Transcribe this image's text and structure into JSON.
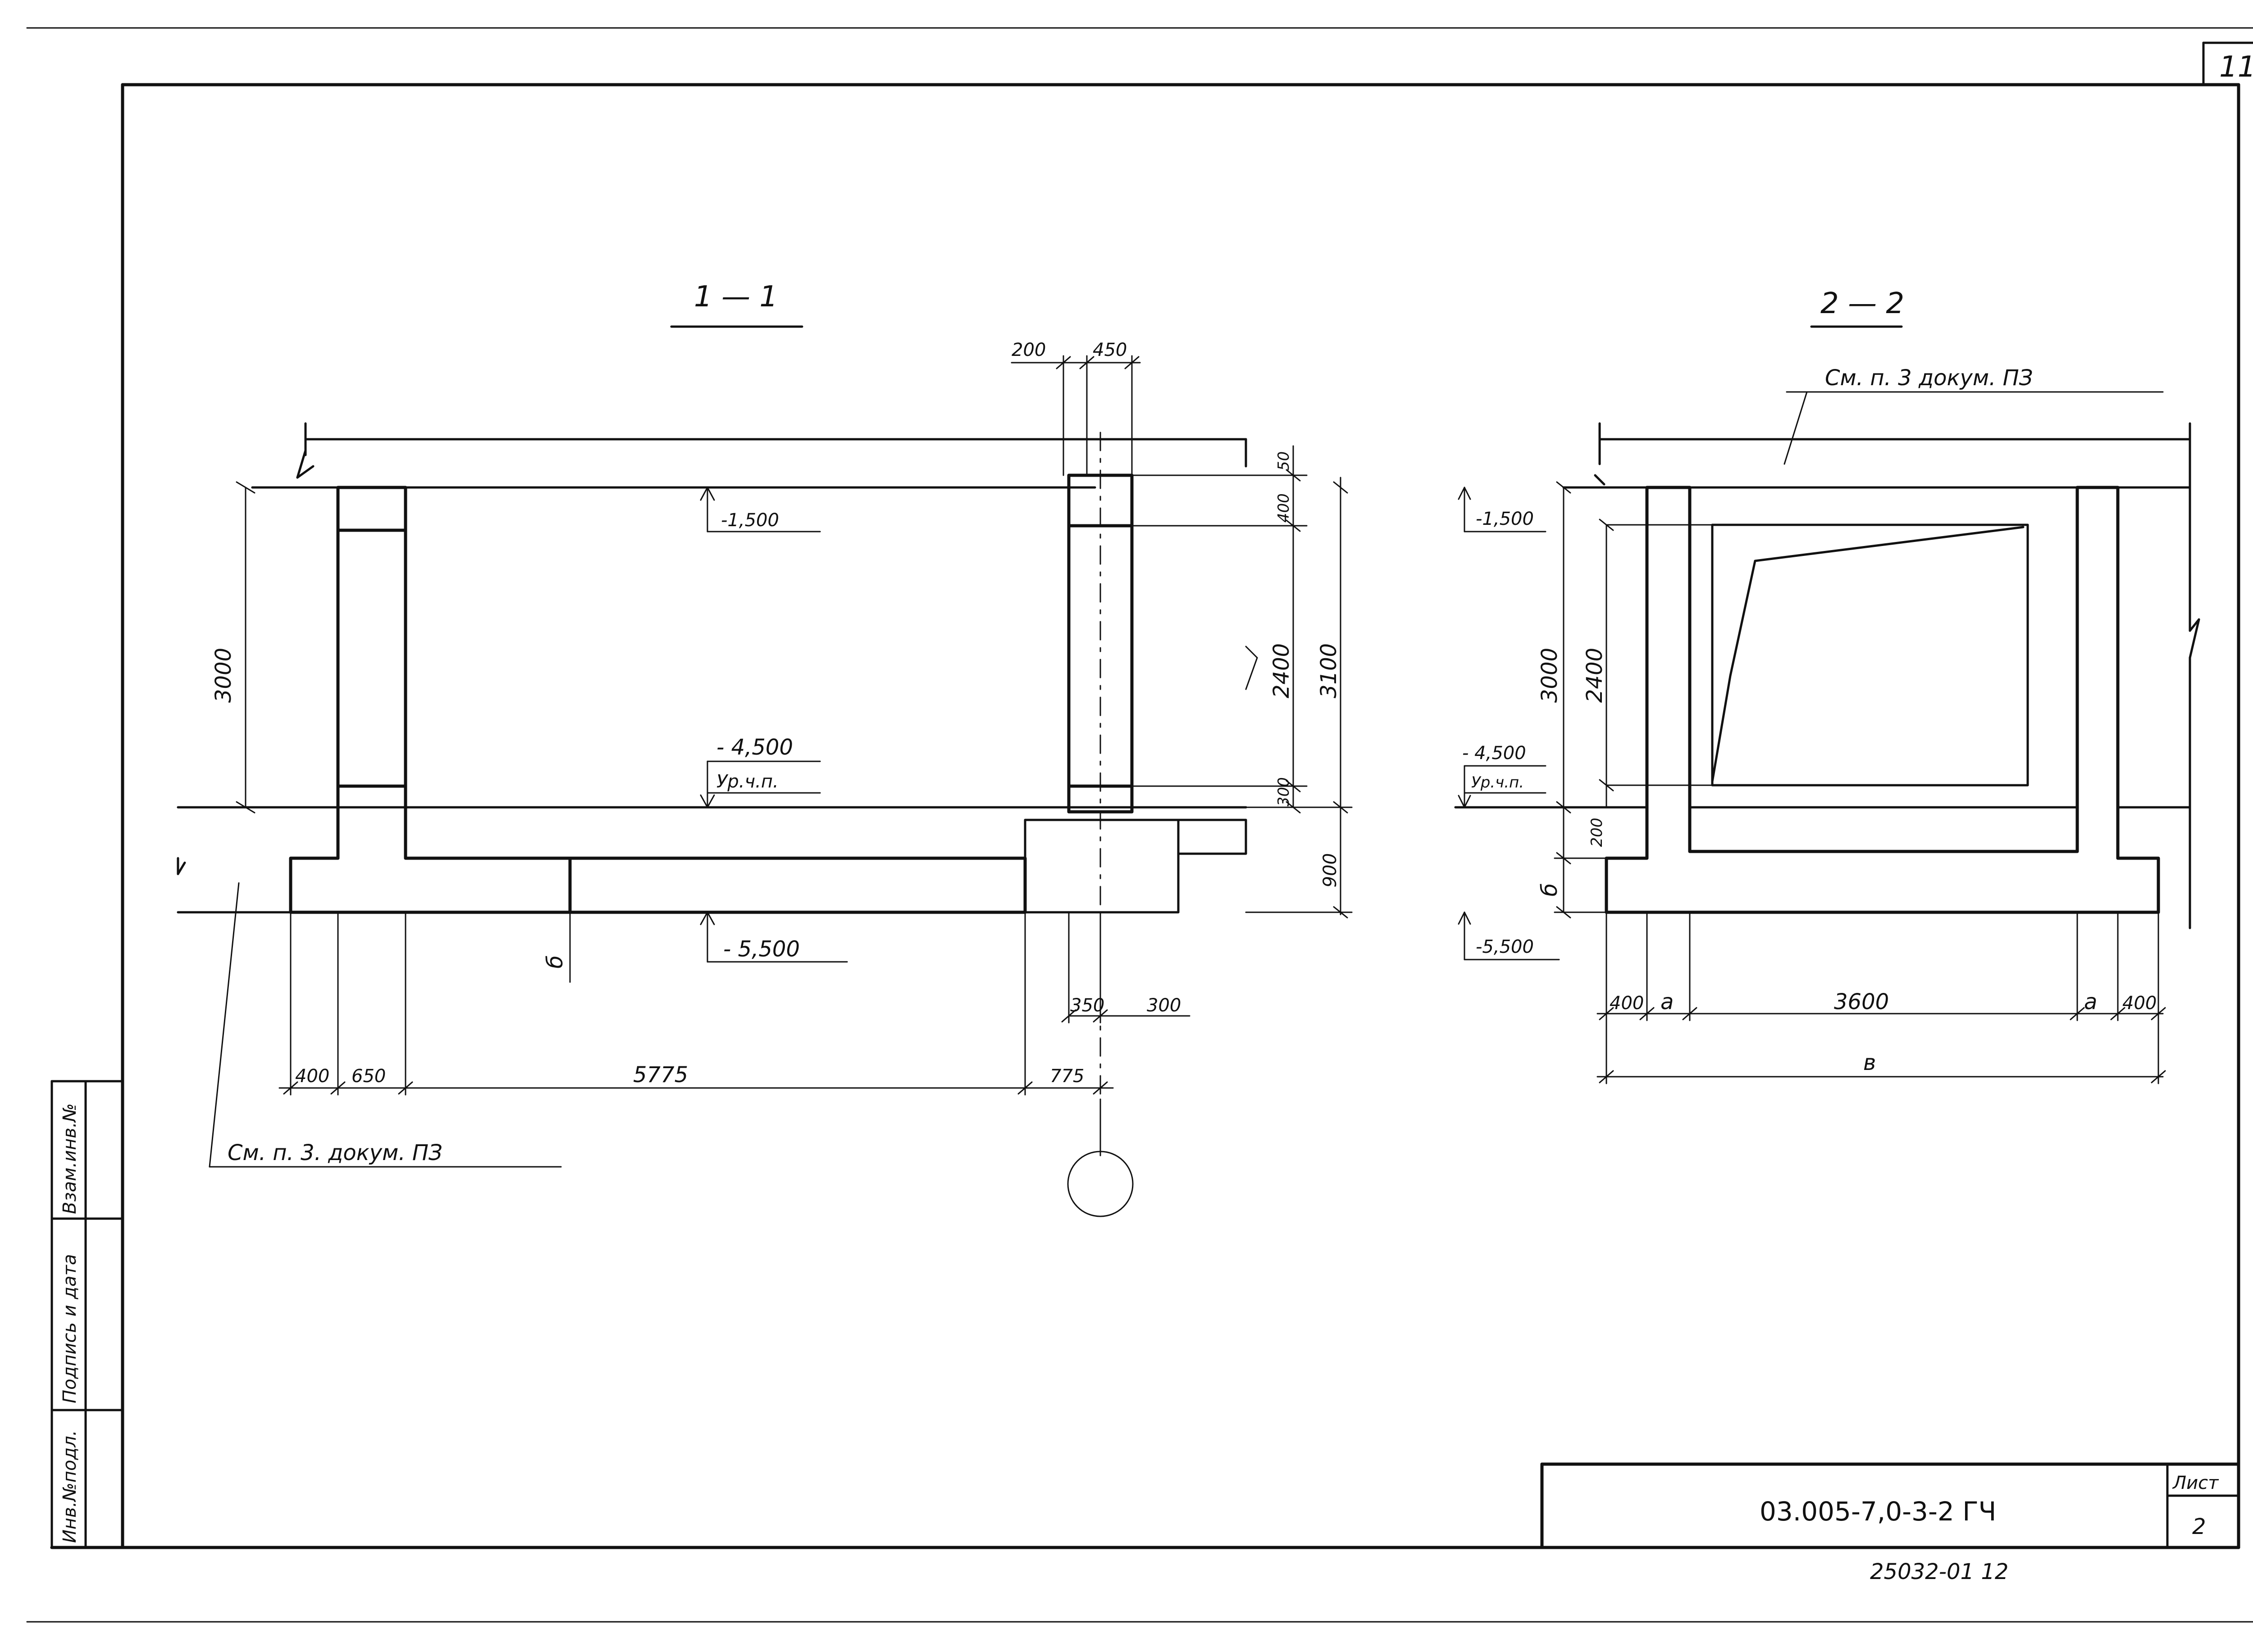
{
  "sheet": {
    "page_number": "11",
    "code": "03.005-7,0-3-2 ГЧ",
    "list_label": "Лист",
    "list_number": "2",
    "archive_number": "25032-01   12"
  },
  "stamp": {
    "col1": "Инв.№подл.",
    "col2": "Подпись и дата",
    "col3": "Взам.инв.№"
  },
  "section_1": {
    "title": "1 — 1",
    "note": "См. п. 3.   докум. ПЗ",
    "levels": {
      "top": "-1,500",
      "ground": "- 4,500",
      "ground_sub": "Ур.ч.п.",
      "bottom": "- 5,500"
    },
    "dims": {
      "d200": "200",
      "d450": "450",
      "d50": "50",
      "d400": "400",
      "d2400": "2400",
      "d3100": "3100",
      "d300": "300",
      "d900": "900",
      "d3000": "3000",
      "d_b": "б",
      "d350": "350",
      "d300b": "300",
      "d400b": "400",
      "d650": "650",
      "d5775": "5775",
      "d775": "775"
    }
  },
  "section_2": {
    "title": "2 — 2",
    "note": "См. п. 3   докум. ПЗ",
    "levels": {
      "top": "-1,500",
      "ground": "- 4,500",
      "ground_sub": "Ур.ч.п.",
      "bottom": "-5,500"
    },
    "dims": {
      "d3000": "3000",
      "d2400": "2400",
      "d200": "200",
      "d_b": "б",
      "d400l": "400",
      "d_a1": "а",
      "d3600": "3600",
      "d_a2": "а",
      "d400r": "400",
      "d_v": "в"
    }
  }
}
